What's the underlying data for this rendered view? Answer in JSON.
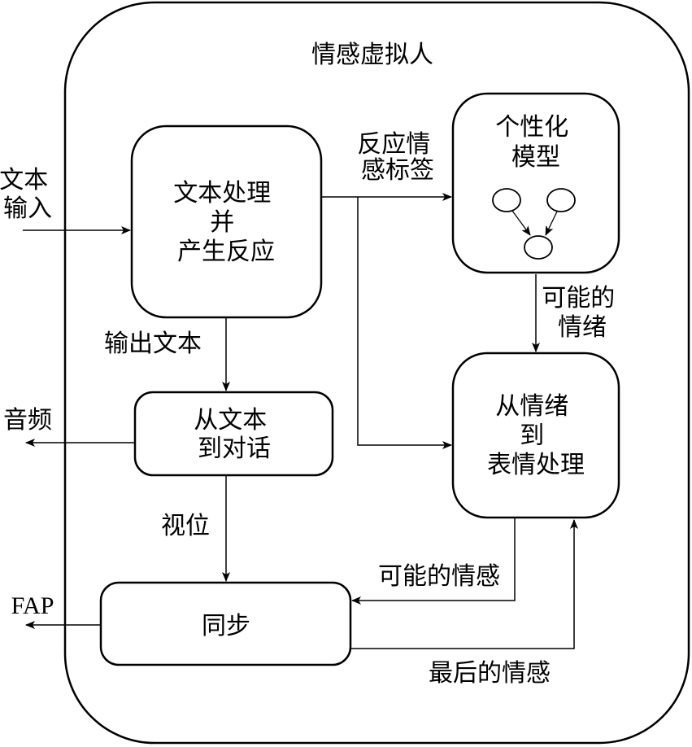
{
  "container": {
    "title": "情感虚拟人"
  },
  "inputs": {
    "text_input": [
      "文本",
      "输入"
    ]
  },
  "boxes": {
    "text_processing": [
      "文本处理",
      "并",
      "产生反应"
    ],
    "personality_model": [
      "个性化",
      "模型"
    ],
    "text_to_speech": [
      "从文本",
      "到对话"
    ],
    "emotion_to_expression": [
      "从情绪",
      "到",
      "表情处理"
    ],
    "sync": [
      "同步"
    ]
  },
  "labels": {
    "reaction_tags": [
      "反应情",
      "感标签"
    ],
    "possible_moods": [
      "可能的",
      "情绪"
    ],
    "output_text": "输出文本",
    "audio": "音频",
    "viseme": "视位",
    "possible_emotions": "可能的情感",
    "fap": "FAP",
    "final_emotion": "最后的情感"
  },
  "colors": {
    "stroke": "#000000",
    "background": "#ffffff"
  }
}
